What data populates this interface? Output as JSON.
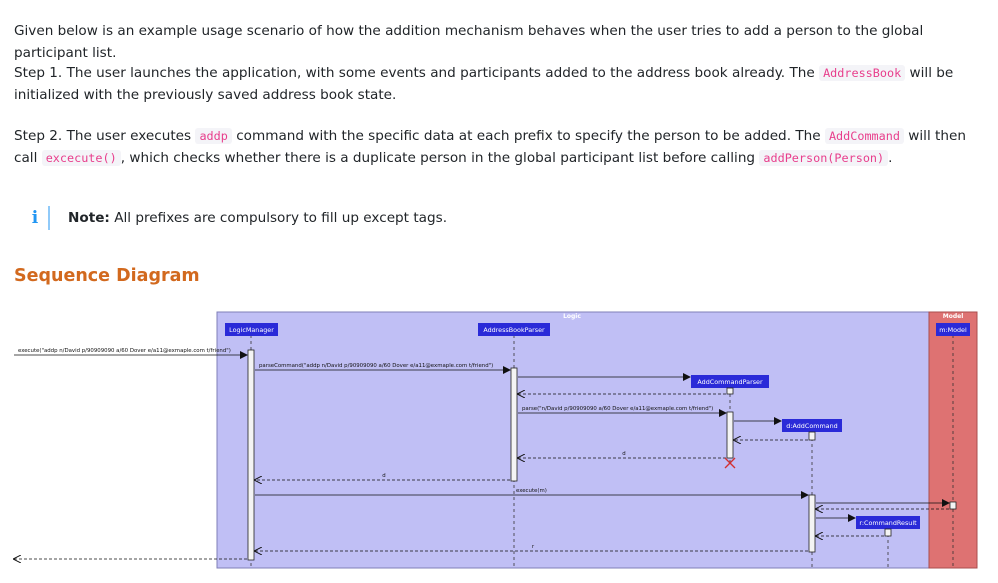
{
  "intro": "Given below is an example usage scenario of how the addition mechanism behaves when the user tries to add a person to the global participant list.",
  "step1": {
    "before": "Step 1. The user launches the application, with some events and participants added to the address book already. The ",
    "code": "AddressBook",
    "after": " will be initialized with the previously saved address book state."
  },
  "step2": {
    "part1": "Step 2. The user executes ",
    "code1": "addp",
    "part2": " command with the specific data at each prefix to specify the person to be added. The ",
    "code2": "AddCommand",
    "part3": " will then call ",
    "code3": "excecute()",
    "part4": ", which checks whether there is a duplicate person in the global participant list before calling ",
    "code4": "addPerson(Person)",
    "part5": "."
  },
  "note": {
    "icon": "i",
    "label": "Note:",
    "text": " All prefixes are compulsory to fill up except tags."
  },
  "section_title": "Sequence Diagram",
  "diagram": {
    "frames": {
      "logic": "Logic",
      "model": "Model"
    },
    "participants": {
      "logic_manager": "LogicManager",
      "parser": "AddressBookParser",
      "add_parser": "AddCommandParser",
      "add_command": "d:AddCommand",
      "result": "r:CommandResult",
      "model": "m:Model"
    },
    "messages": {
      "execute": "execute(\"addp n/David p/90909090 a/60 Dover e/a11@exmaple.com t/friend\")",
      "parse_command": "parseCommand(\"addp n/David p/90909090 a/60 Dover e/a11@exmaple.com t/friend\")",
      "parse": "parse(\"n/David p/90909090 a/60 Dover e/a11@exmaple.com t/friend\")",
      "return_d_1": "d",
      "return_d_2": "d",
      "execute_m": "execute(m)",
      "return_r": "r"
    },
    "colors": {
      "logic_bg": "#c0bff5",
      "model_bg": "#de7272",
      "box_bg": "#2a2ad8",
      "activation": "#f4f4f4"
    }
  }
}
